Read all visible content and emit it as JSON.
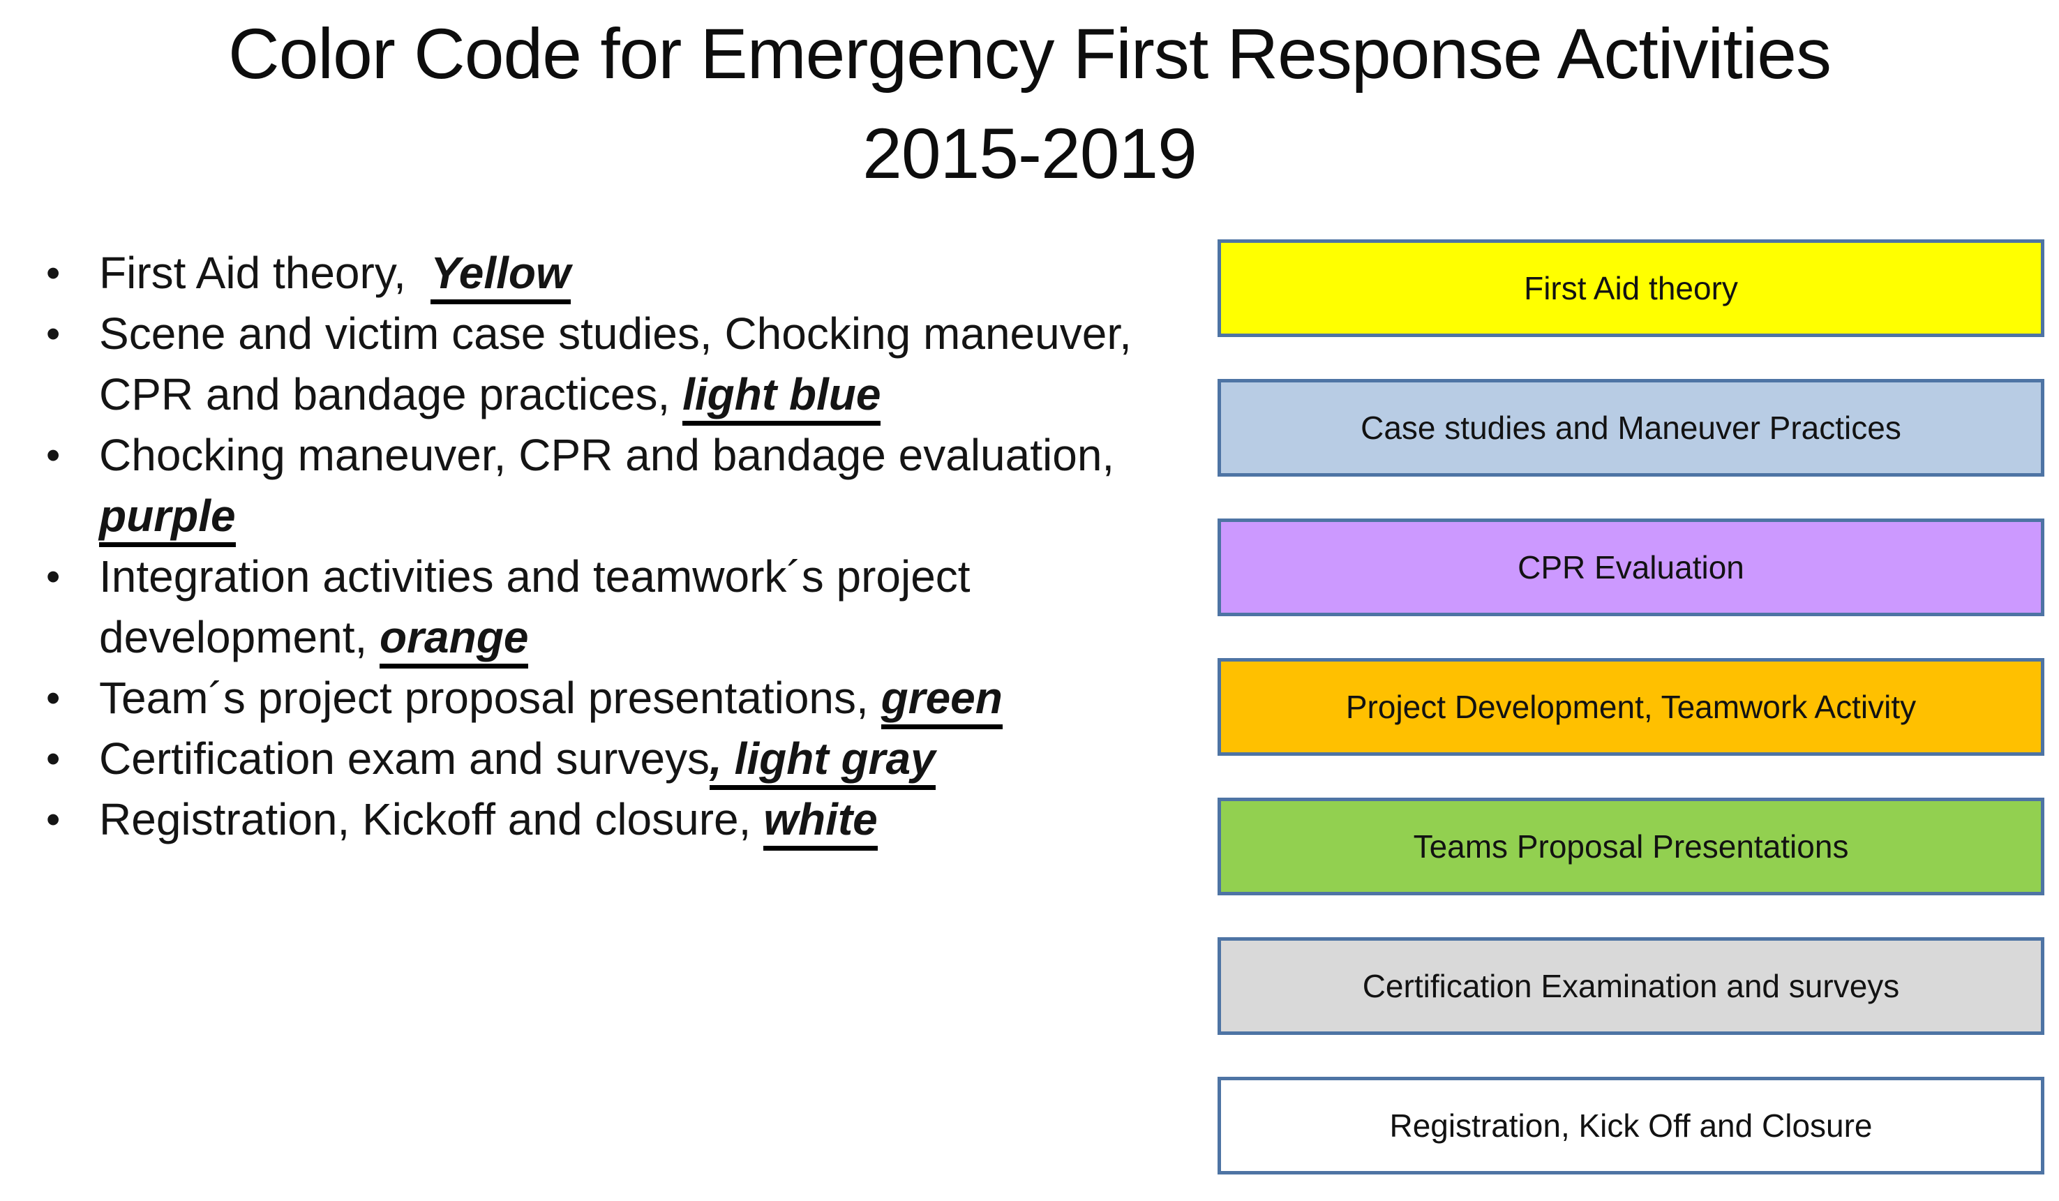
{
  "title": {
    "line1": "Color Code for Emergency First Response Activities",
    "line2": "2015-2019"
  },
  "bullets": {
    "items": [
      {
        "segments": [
          {
            "text": "First Aid theory,  ",
            "em": false
          },
          {
            "text": "Yellow",
            "em": true
          }
        ]
      },
      {
        "segments": [
          {
            "text": "Scene and victim case studies, Chocking maneuver, CPR and bandage practices, ",
            "em": false
          },
          {
            "text": "light blue",
            "em": true
          }
        ]
      },
      {
        "segments": [
          {
            "text": "Chocking maneuver, CPR and bandage evaluation, ",
            "em": false
          },
          {
            "text": "purple",
            "em": true
          }
        ]
      },
      {
        "segments": [
          {
            "text": "Integration activities and teamwork´s project development, ",
            "em": false
          },
          {
            "text": "orange",
            "em": true
          }
        ]
      },
      {
        "segments": [
          {
            "text": "Team´s project proposal presentations, ",
            "em": false
          },
          {
            "text": "green",
            "em": true
          }
        ]
      },
      {
        "segments": [
          {
            "text": "Certification exam and surveys",
            "em": false
          },
          {
            "text": ", light gray",
            "em": true
          }
        ]
      },
      {
        "segments": [
          {
            "text": "Registration, Kickoff and closure, ",
            "em": false
          },
          {
            "text": "white",
            "em": true
          }
        ]
      }
    ]
  },
  "legend": {
    "border_color": "#4e74a4",
    "text_color": "#121212",
    "boxes": [
      {
        "label": "First Aid theory",
        "fill": "#ffff00",
        "color_name": "yellow"
      },
      {
        "label": "Case studies and Maneuver Practices",
        "fill": "#b8cce4",
        "color_name": "light-blue"
      },
      {
        "label": "CPR Evaluation",
        "fill": "#cc99ff",
        "color_name": "purple"
      },
      {
        "label": "Project Development, Teamwork Activity",
        "fill": "#ffc000",
        "color_name": "orange"
      },
      {
        "label": "Teams Proposal Presentations",
        "fill": "#92d050",
        "color_name": "green"
      },
      {
        "label": "Certification Examination and surveys",
        "fill": "#d9d9d9",
        "color_name": "light-gray"
      },
      {
        "label": "Registration, Kick Off and Closure",
        "fill": "#ffffff",
        "color_name": "white"
      }
    ]
  }
}
